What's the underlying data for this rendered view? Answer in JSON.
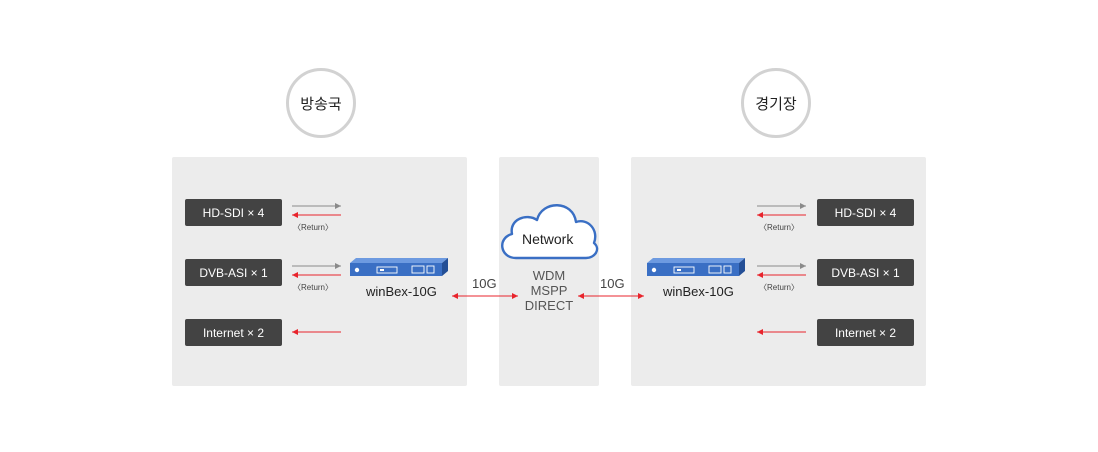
{
  "left_site": {
    "title": "방송국",
    "inputs": [
      {
        "label": "HD-SDI × 4",
        "return_label": "〈Return〉"
      },
      {
        "label": "DVB-ASI × 1",
        "return_label": "〈Return〉"
      },
      {
        "label": "Internet × 2"
      }
    ],
    "device": "winBex-10G",
    "link": "10G"
  },
  "network": {
    "cloud_label": "Network",
    "technologies": [
      "WDM",
      "MSPP",
      "DIRECT"
    ]
  },
  "right_site": {
    "title": "경기장",
    "inputs": [
      {
        "label": "HD-SDI × 4",
        "return_label": "〈Return〉"
      },
      {
        "label": "DVB-ASI × 1",
        "return_label": "〈Return〉"
      },
      {
        "label": "Internet × 2"
      }
    ],
    "device": "winBex-10G",
    "link": "10G"
  },
  "colors": {
    "panel": "#ececec",
    "pill": "#434343",
    "forward_arrow": "#8a8a8a",
    "return_arrow": "#e8242c",
    "device": "#3a6fc4",
    "cloud": "#3a6fc4",
    "circle_border": "#d2d2d2"
  }
}
